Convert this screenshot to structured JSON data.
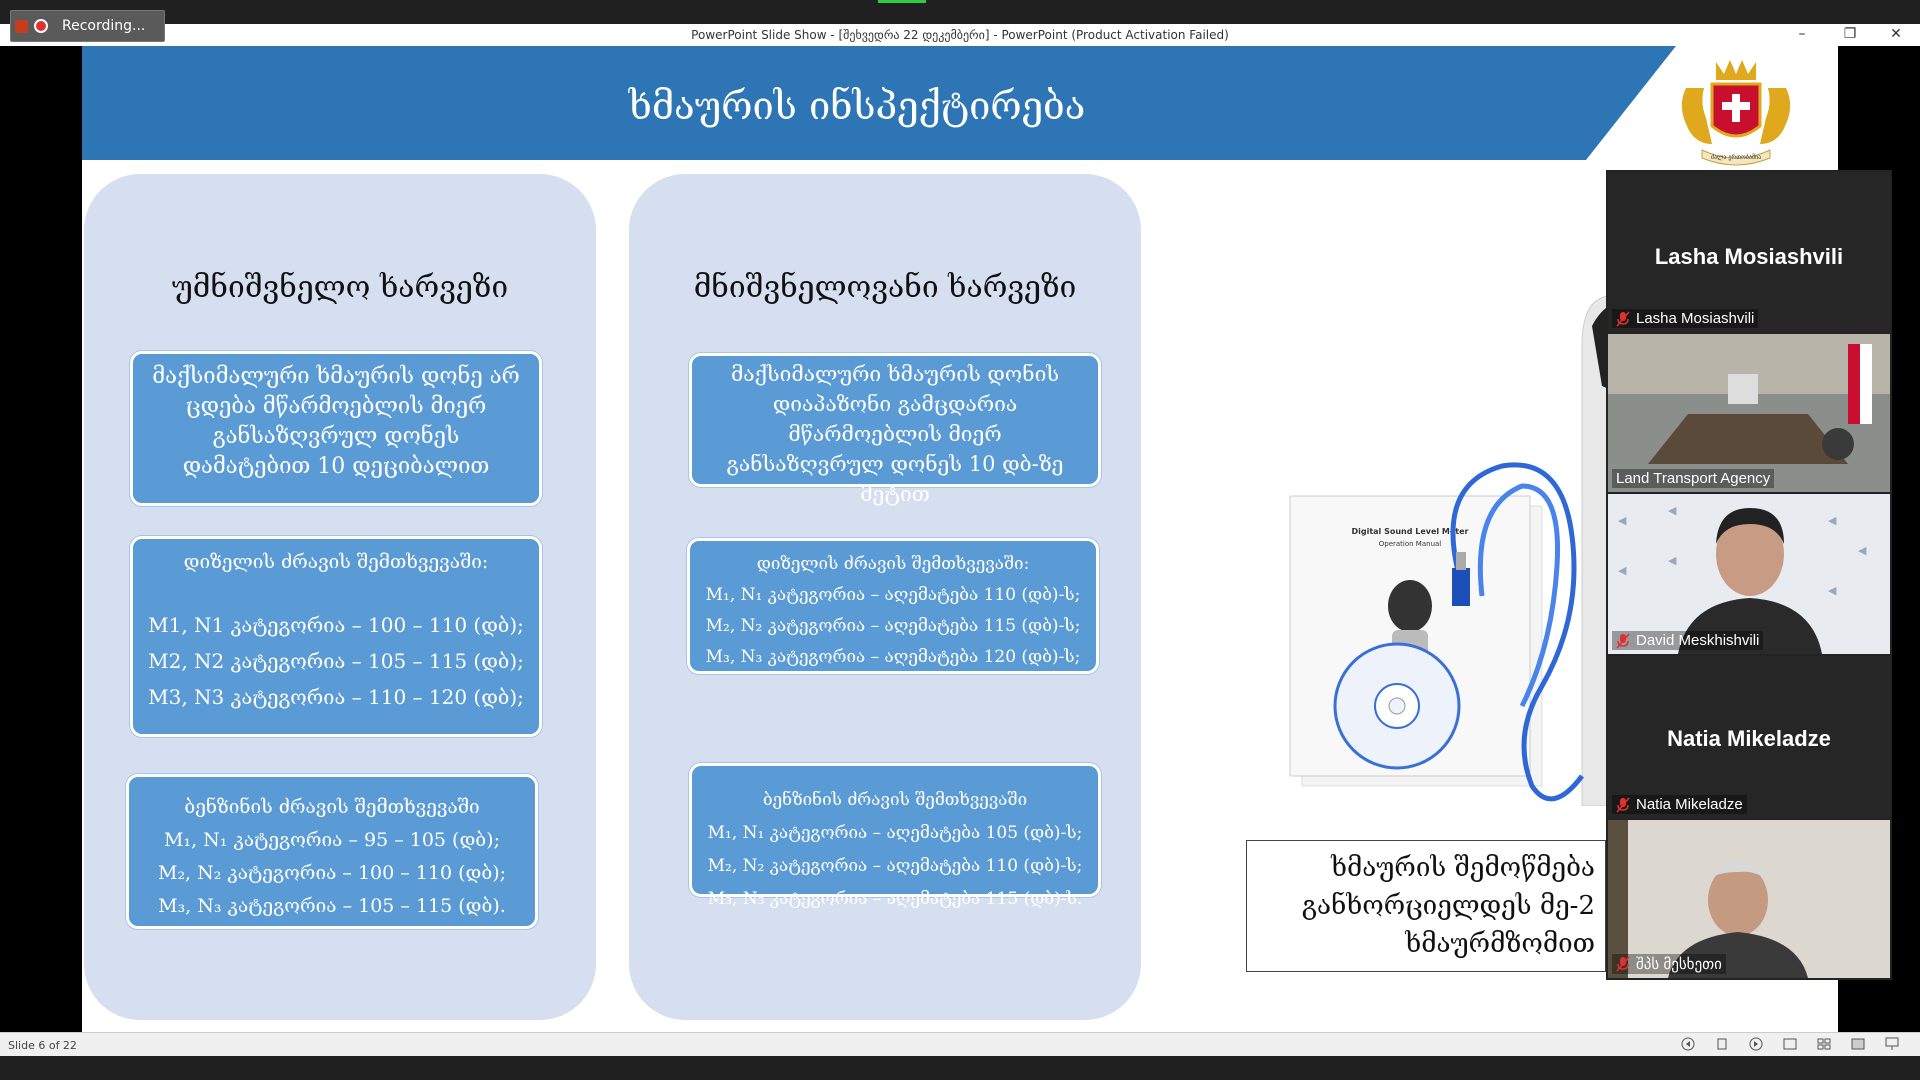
{
  "recording": {
    "label": "Recording..."
  },
  "window": {
    "title": "PowerPoint Slide Show - [შეხვედრა 22 დეკემბერი] - PowerPoint (Product Activation Failed)",
    "minimize": "–",
    "restore": "❐",
    "close": "✕"
  },
  "slide": {
    "title": "ხმაურის ინსპექტირება",
    "accent_color": "#2e75b6",
    "col1": {
      "heading": "უმნიშვნელო ხარვეზი",
      "box1": [
        "მაქსიმალური ხმაურის დონე არ",
        "ცდება მწარმოებლის მიერ",
        "განსაზღვრულ დონეს",
        "დამატებით 10 დეციბალით"
      ],
      "box2_title": "დიზელის ძრავის შემთხვევაში:",
      "box2": [
        "M1, N1 კატეგორია – 100 – 110 (დბ);",
        "M2, N2 კატეგორია – 105 –  115 (დბ);",
        "M3, N3 კატეგორია – 110 –  120 (დბ);"
      ],
      "box3_title": "ბენზინის ძრავის შემთხვევაში",
      "box3": [
        "M₁, N₁ კატეგორია – 95 – 105 (დბ);",
        "M₂, N₂ კატეგორია – 100 –  110 (დბ);",
        "M₃, N₃ კატეგორია – 105 –  115 (დბ)."
      ]
    },
    "col2": {
      "heading": "მნიშვნელოვანი ხარვეზი",
      "box1": [
        "მაქსიმალური ხმაურის დონის",
        "დიაპაზონი გამცდარია",
        "მწარმოებლის მიერ",
        "განსაზღვრულ დონეს 10 დბ-ზე",
        "მეტით"
      ],
      "box2_title": "დიზელის ძრავის შემთხვევაში:",
      "box2": [
        "M₁, N₁ კატეგორია – აღემატება 110 (დბ)-ს;",
        "M₂, N₂ კატეგორია – აღემატება 115 (დბ)-ს;",
        "M₃, N₃ კატეგორია – აღემატება  120 (დბ)-ს;"
      ],
      "box3_title": "ბენზინის ძრავის შემთხვევაში",
      "box3": [
        "M₁, N₁ კატეგორია – აღემატება 105 (დბ)-ს;",
        "M₂, N₂ კატეგორია – აღემატება 110 (დბ)-ს;",
        "M₃, N₃ კატეგორია – აღემატება 115 (დბ)-ს."
      ]
    },
    "textbox": [
      "ხმაურის შემოწმება",
      "განხორციელდეს მე-2",
      "ხმაურმზომით"
    ],
    "manual_title": "Digital Sound Level Meter",
    "manual_subtitle": "Operation Manual",
    "coat_motto": "ძალა ერთობაშია"
  },
  "participants": [
    {
      "big_name": "Lasha Mosiashvili",
      "label": "Lasha Mosiashvili",
      "muted": true,
      "video": false
    },
    {
      "label": "Land Transport Agency",
      "muted": false,
      "video": true
    },
    {
      "label": "David Meskhishvili",
      "muted": true,
      "video": true
    },
    {
      "big_name": "Natia Mikeladze",
      "label": "Natia Mikeladze",
      "muted": true,
      "video": false
    },
    {
      "label": "შპს მესხეთი",
      "muted": true,
      "video": true
    }
  ],
  "statusbar": {
    "slide_count": "Slide 6 of 22"
  }
}
